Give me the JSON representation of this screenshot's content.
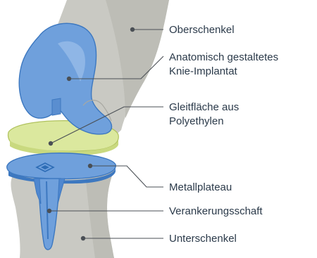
{
  "diagram": {
    "labels": {
      "oberschenkel": "Oberschenkel",
      "implant_line1": "Anatomisch gestaltetes",
      "implant_line2": "Knie-Implantat",
      "gleit_line1": "Gleitfläche aus",
      "gleit_line2": "Polyethylen",
      "metall": "Metallplateau",
      "schaft": "Verankerungsschaft",
      "unter": "Unterschenkel"
    },
    "colors": {
      "bone": "#c9c9c3",
      "bone_dark": "#b4b4ad",
      "implant_blue": "#6fa0dc",
      "implant_blue_dark": "#2d6cb5",
      "polyethylene": "#dbe89e",
      "polyethylene_dark": "#9bb04a",
      "leader": "#4a4f55",
      "text": "#2b3a4a"
    }
  }
}
